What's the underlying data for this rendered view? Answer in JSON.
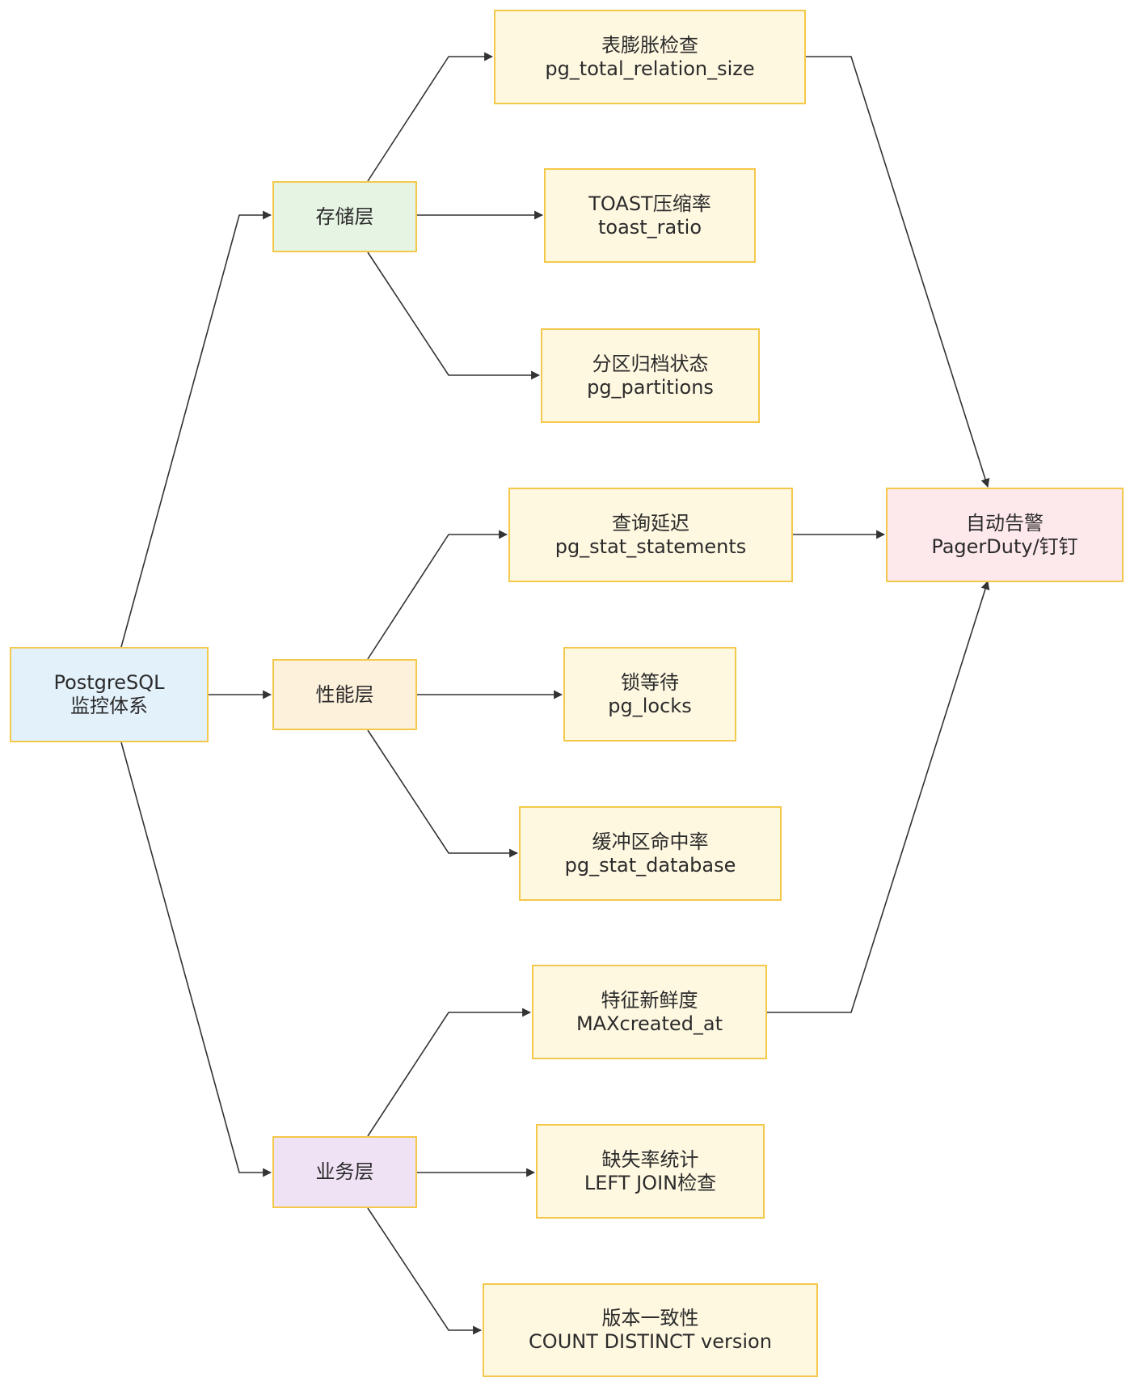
{
  "nodes": {
    "root": {
      "line1": "PostgreSQL",
      "line2": "监控体系"
    },
    "storage": {
      "label": "存储层"
    },
    "perf": {
      "label": "性能层"
    },
    "biz": {
      "label": "业务层"
    },
    "bloat": {
      "line1": "表膨胀检查",
      "line2": "pg_total_relation_size"
    },
    "toast": {
      "line1": "TOAST压缩率",
      "line2": "toast_ratio"
    },
    "partition": {
      "line1": "分区归档状态",
      "line2": "pg_partitions"
    },
    "latency": {
      "line1": "查询延迟",
      "line2": "pg_stat_statements"
    },
    "locks": {
      "line1": "锁等待",
      "line2": "pg_locks"
    },
    "buffer": {
      "line1": "缓冲区命中率",
      "line2": "pg_stat_database"
    },
    "freshness": {
      "line1": "特征新鲜度",
      "line2": "MAXcreated_at"
    },
    "missing": {
      "line1": "缺失率统计",
      "line2": "LEFT JOIN检查"
    },
    "version": {
      "line1": "版本一致性",
      "line2": "COUNT DISTINCT version"
    },
    "alert": {
      "line1": "自动告警",
      "line2": "PagerDuty/钉钉"
    }
  },
  "edges": [
    [
      "root",
      "storage"
    ],
    [
      "root",
      "perf"
    ],
    [
      "root",
      "biz"
    ],
    [
      "storage",
      "bloat"
    ],
    [
      "storage",
      "toast"
    ],
    [
      "storage",
      "partition"
    ],
    [
      "perf",
      "latency"
    ],
    [
      "perf",
      "locks"
    ],
    [
      "perf",
      "buffer"
    ],
    [
      "biz",
      "freshness"
    ],
    [
      "biz",
      "missing"
    ],
    [
      "biz",
      "version"
    ],
    [
      "bloat",
      "alert"
    ],
    [
      "latency",
      "alert"
    ],
    [
      "freshness",
      "alert"
    ]
  ],
  "colors": {
    "node_border": "#f4c84a",
    "root_fill": "#e3f1fb",
    "storage_fill": "#e6f4e3",
    "perf_fill": "#fef1dc",
    "biz_fill": "#f0e2f5",
    "leaf_fill": "#fff8e1",
    "alert_fill": "#fde8ec",
    "edge": "#333333"
  }
}
